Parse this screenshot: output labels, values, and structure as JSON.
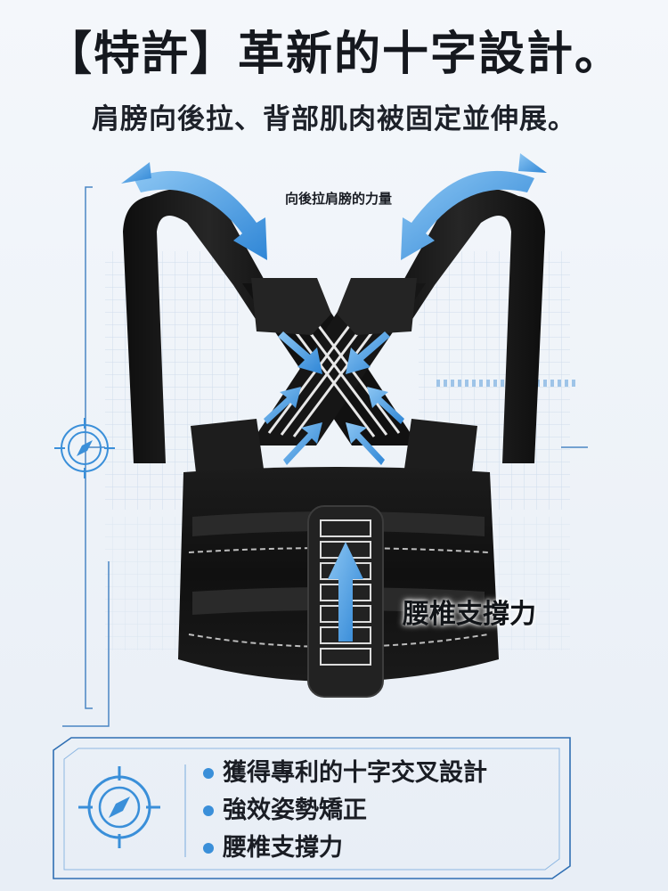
{
  "header": {
    "title": "【特許】革新的十字設計。",
    "subtitle": "肩膀向後拉、背部肌肉被固定並伸展。"
  },
  "product": {
    "shoulder_callout": "向後拉肩膀的力量",
    "lumbar_callout": "腰椎支撐力"
  },
  "features": {
    "icon": "compass-icon",
    "items": [
      "獲得專利的十字交叉設計",
      "強效姿勢矯正",
      "腰椎支撐力"
    ]
  },
  "colors": {
    "accent": "#3a8fd9",
    "frame": "#2f6fb3",
    "strap": "#151515",
    "text": "#15181e"
  }
}
